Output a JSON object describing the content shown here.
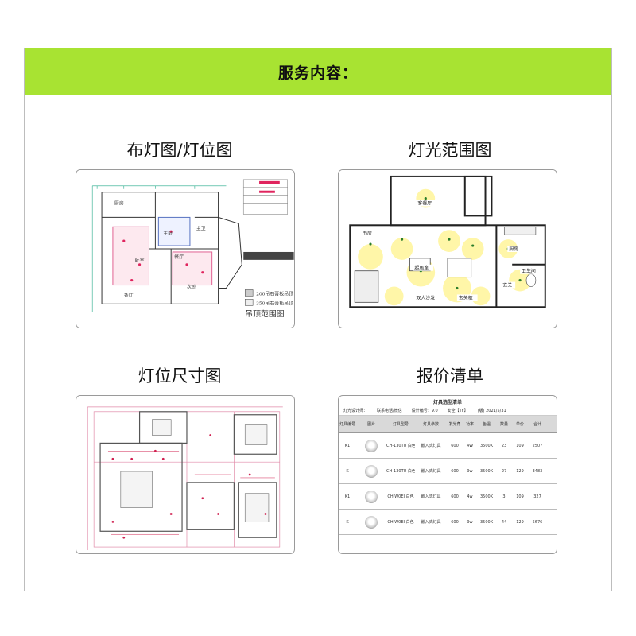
{
  "header": {
    "title": "服务内容："
  },
  "colors": {
    "accent": "#a8e332",
    "border": "#bdbdbd"
  },
  "cards": [
    {
      "title": "布灯图/灯位图",
      "legend": [
        "200吊石膏板吊顶",
        "350吊石膏板吊顶"
      ],
      "caption": "吊顶范围图",
      "rooms": [
        "厨房",
        "客厅",
        "主卧",
        "次卧",
        "餐厅",
        "主卫",
        "卧室"
      ]
    },
    {
      "title": "灯光范围图",
      "rooms": [
        "客餐厅",
        "起居室",
        "书房",
        "厨房",
        "卫生间",
        "玄关",
        "双人沙发",
        "玄关柜"
      ]
    },
    {
      "title": "灯位尺寸图"
    },
    {
      "title": "报价清单",
      "table": {
        "title": "灯具选型清单",
        "info": [
          "灯光设计师：",
          "联系电话/微信",
          "设计编号：9.0",
          "安全【TF】",
          "(版) 2021/5/31"
        ],
        "headers": [
          "灯具编号",
          "图片",
          "灯具型号",
          "灯具参数",
          "发光角",
          "功率",
          "色温",
          "数量",
          "单价",
          "合计"
        ],
        "rows": [
          {
            "id": "K1",
            "model": "CH-130TU 白色",
            "params": "嵌入式灯具",
            "angle": "600",
            "power": "4W",
            "cct": "3500K",
            "qty": "23",
            "price": "109",
            "total": "2507"
          },
          {
            "id": "K",
            "model": "CH-130TU 白色",
            "params": "嵌入式灯具",
            "angle": "600",
            "power": "9w",
            "cct": "3500K",
            "qty": "27",
            "price": "129",
            "total": "3483"
          },
          {
            "id": "K1",
            "model": "CH-W0EI 白色",
            "params": "嵌入式灯具",
            "angle": "600",
            "power": "4w",
            "cct": "3500K",
            "qty": "3",
            "price": "109",
            "total": "327"
          },
          {
            "id": "K",
            "model": "CH-W0EI 白色",
            "params": "嵌入式灯具",
            "angle": "600",
            "power": "9w",
            "cct": "3500K",
            "qty": "44",
            "price": "129",
            "total": "5676"
          }
        ]
      }
    }
  ]
}
